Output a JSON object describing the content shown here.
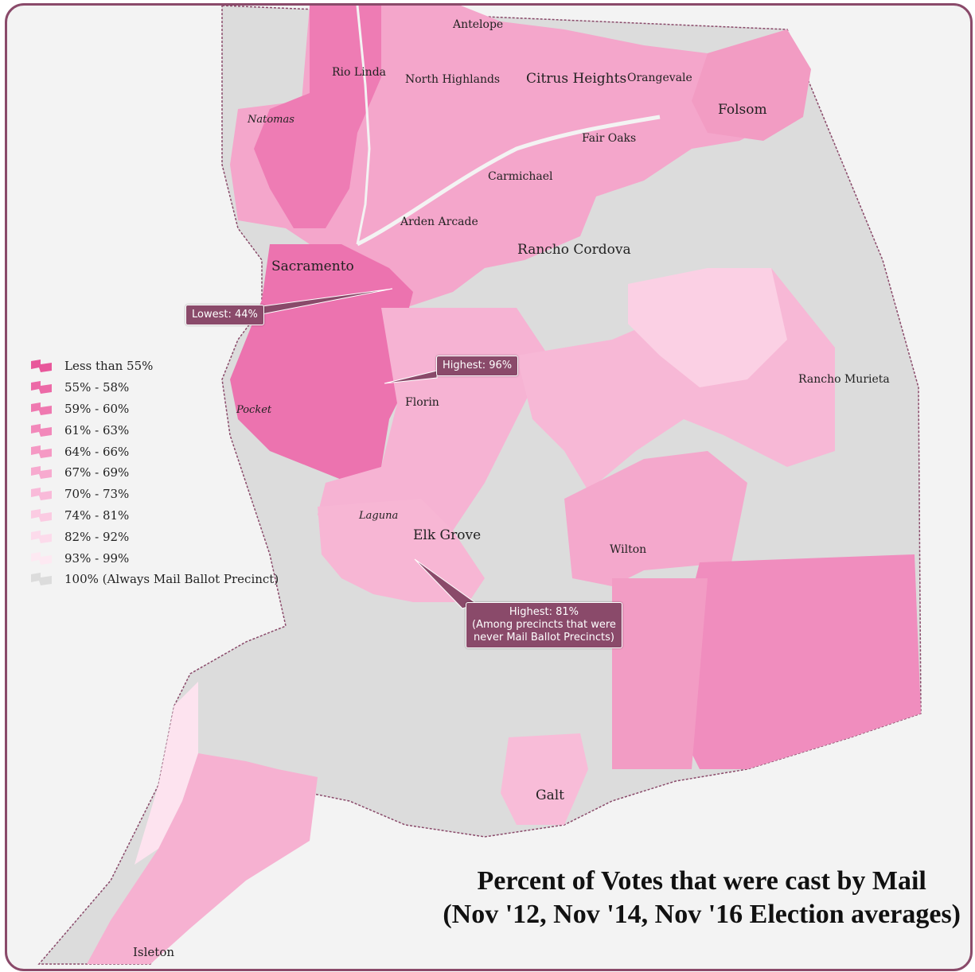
{
  "title": {
    "line1": "Percent of Votes that were cast by Mail",
    "line2": "(Nov '12, Nov '14, Nov '16 Election averages)"
  },
  "places": {
    "antelope": "Antelope",
    "rio_linda": "Rio Linda",
    "north_highlands": "North Highlands",
    "citrus_heights": "Citrus Heights",
    "orangevale": "Orangevale",
    "folsom": "Folsom",
    "natomas": "Natomas",
    "fair_oaks": "Fair Oaks",
    "carmichael": "Carmichael",
    "arden_arcade": "Arden Arcade",
    "rancho_cordova": "Rancho Cordova",
    "sacramento": "Sacramento",
    "rancho_murieta": "Rancho Murieta",
    "florin": "Florin",
    "pocket": "Pocket",
    "laguna": "Laguna",
    "elk_grove": "Elk Grove",
    "wilton": "Wilton",
    "galt": "Galt",
    "isleton": "Isleton"
  },
  "callouts": {
    "lowest": "Lowest: 44%",
    "highest_96": "Highest: 96%",
    "highest_81_line1": "Highest: 81%",
    "highest_81_line2": "(Among precincts that were",
    "highest_81_line3": "never Mail Ballot Precincts)"
  },
  "legend": {
    "items": [
      {
        "label": "Less than 55%",
        "color": "#e8579b"
      },
      {
        "label": "55% - 58%",
        "color": "#ec6aa7"
      },
      {
        "label": "59% - 60%",
        "color": "#ef79b0"
      },
      {
        "label": "61% - 63%",
        "color": "#f288ba"
      },
      {
        "label": "64% - 66%",
        "color": "#f599c4"
      },
      {
        "label": "67% - 69%",
        "color": "#f7aacf"
      },
      {
        "label": "70% - 73%",
        "color": "#f9bad9"
      },
      {
        "label": "74% - 81%",
        "color": "#fbcbe2"
      },
      {
        "label": "82% - 92%",
        "color": "#fcdbeb"
      },
      {
        "label": "93% - 99%",
        "color": "#fde9f2"
      },
      {
        "label": "100% (Always Mail Ballot Precinct)",
        "color": "#dcdcdc"
      }
    ]
  },
  "colors": {
    "frame": "#8a4a6a",
    "background": "#f3f3f3",
    "always_mail": "#dcdcdc",
    "callout": "#8a4a6a"
  }
}
